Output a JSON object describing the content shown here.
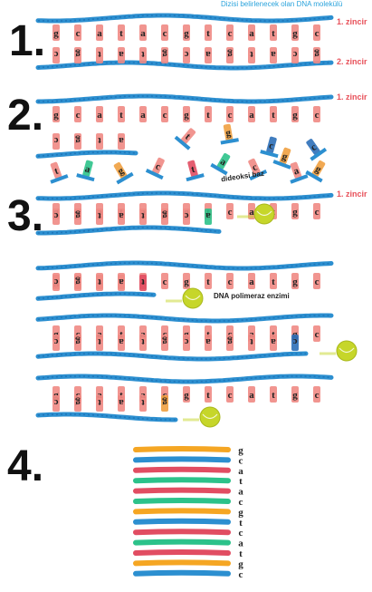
{
  "caption": "Dizisi belirlenecek olan DNA molekülü",
  "steps": [
    "1.",
    "2.",
    "3.",
    "4."
  ],
  "strand_labels": {
    "strand1": "1. zincir",
    "strand2": "2. zincir"
  },
  "notes": {
    "dideoxy": "dideoksi baz",
    "polymerase": "DNA polimeraz enzimi"
  },
  "template_sequence": [
    "g",
    "c",
    "a",
    "t",
    "a",
    "c",
    "g",
    "t",
    "c",
    "a",
    "t",
    "g",
    "c"
  ],
  "complement_sequence": [
    "c",
    "g",
    "t",
    "a",
    "t",
    "g",
    "c",
    "a",
    "g",
    "t",
    "a",
    "c",
    "g"
  ],
  "primer_visible": [
    "c",
    "g",
    "t",
    "a"
  ],
  "free_nucleotides": [
    "t",
    "a",
    "g",
    "c",
    "t",
    "a",
    "c",
    "g",
    "c",
    "t",
    "g",
    "c",
    "a",
    "g"
  ],
  "step3_extensions": [
    [
      "c",
      "g",
      "t",
      "a",
      "t",
      "g",
      "c",
      "a"
    ],
    [
      "c",
      "g",
      "t",
      "a",
      "t"
    ],
    [
      "c",
      "g",
      "t",
      "a",
      "t",
      "g",
      "c",
      "a",
      "g",
      "t",
      "a",
      "c"
    ],
    [
      "c",
      "g",
      "t",
      "a",
      "t",
      "g"
    ]
  ],
  "gel_read_sequence": [
    "g",
    "c",
    "a",
    "t",
    "a",
    "c",
    "g",
    "t",
    "c",
    "a",
    "t",
    "g",
    "c"
  ],
  "colors": {
    "strand": "#2c8fd0",
    "strand_dark": "#1d6fb3",
    "base_tile": "#f08a84",
    "label_red": "#e8515a",
    "caption_blue": "#2aa3dc",
    "polymerase": "#c6d62a",
    "ddA": "#2cc28a",
    "ddT": "#e14d62",
    "ddG": "#f0a040",
    "ddC": "#2c6fb8"
  },
  "gel_band_colors": [
    "#f5a623",
    "#2c8fd0",
    "#e14d62",
    "#2cc28a",
    "#e14d62",
    "#2cc28a",
    "#f5a623",
    "#2c8fd0",
    "#e14d62",
    "#2cc28a",
    "#e14d62",
    "#f5a623",
    "#2c8fd0"
  ]
}
